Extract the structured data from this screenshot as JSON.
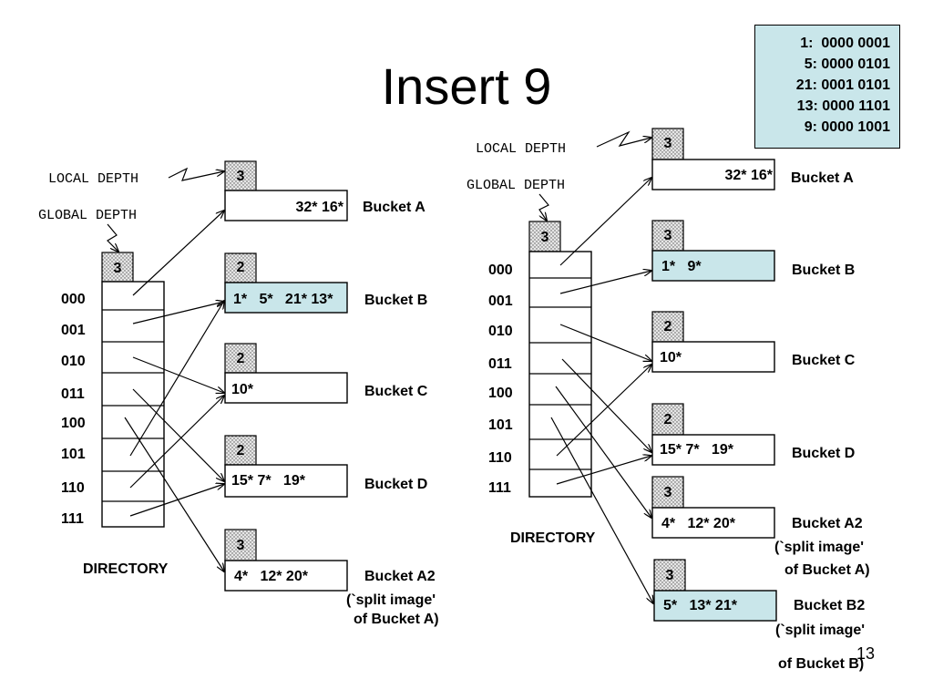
{
  "title": "Insert 9",
  "legend": [
    "1:  0000 0001",
    "5: 0000 0101",
    "21: 0001 0101",
    "13: 0000 1101",
    "9: 0000 1001"
  ],
  "page_number": "13",
  "left": {
    "local_depth_label": "LOCAL DEPTH",
    "global_depth_label": "GLOBAL DEPTH",
    "global_depth": "3",
    "directory_label": "DIRECTORY",
    "dir_entries": [
      "000",
      "001",
      "010",
      "011",
      "100",
      "101",
      "110",
      "111"
    ],
    "buckets": [
      {
        "name": "Bucket A",
        "depth": "3",
        "entries": "32* 16*"
      },
      {
        "name": "Bucket B",
        "depth": "2",
        "entries": "1*   5*   21* 13*"
      },
      {
        "name": "Bucket C",
        "depth": "2",
        "entries": "10*"
      },
      {
        "name": "Bucket D",
        "depth": "2",
        "entries": "15* 7*   19*"
      },
      {
        "name": "Bucket A2",
        "name2": "(`split image'",
        "name3": "of Bucket A)",
        "depth": "3",
        "entries": "4*   12* 20*"
      }
    ]
  },
  "right": {
    "local_depth_label": "LOCAL DEPTH",
    "global_depth_label": "GLOBAL DEPTH",
    "global_depth": "3",
    "directory_label": "DIRECTORY",
    "dir_entries": [
      "000",
      "001",
      "010",
      "011",
      "100",
      "101",
      "110",
      "111"
    ],
    "buckets": [
      {
        "name": "Bucket A",
        "depth": "3",
        "entries": "32* 16*"
      },
      {
        "name": "Bucket B",
        "depth": "3",
        "entries": "1*   9*"
      },
      {
        "name": "Bucket C",
        "depth": "2",
        "entries": "10*"
      },
      {
        "name": "Bucket D",
        "depth": "2",
        "entries": "15* 7*   19*"
      },
      {
        "name": "Bucket A2",
        "name2": "(`split image'",
        "name3": "of Bucket A)",
        "depth": "3",
        "entries": "4*   12* 20*"
      },
      {
        "name": "Bucket B2",
        "name2": "(`split image'",
        "name3": "of Bucket B)",
        "depth": "3",
        "entries": "5*   13* 21*"
      }
    ]
  }
}
